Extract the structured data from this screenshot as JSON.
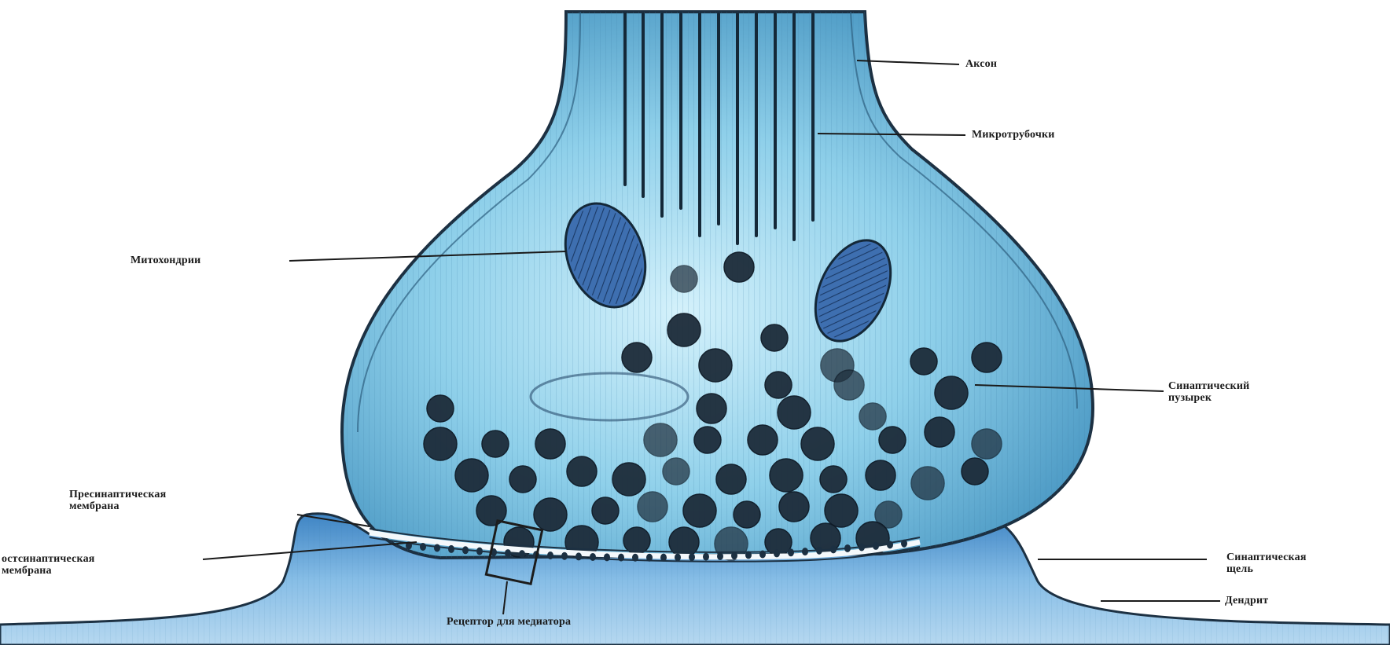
{
  "labels": {
    "axon": "Аксон",
    "microtubules": "Микротрубочки",
    "mitochondria": "Митохондрии",
    "synaptic_vesicle": [
      "Синаптический",
      "пузырек"
    ],
    "presynaptic_membrane": [
      "Пресинаптическая",
      "мембрана"
    ],
    "postsynaptic_membrane": [
      "остсинаптическая",
      "мембрана"
    ],
    "synaptic_cleft": [
      "Синаптическая",
      "щель"
    ],
    "dendrite": "Дендрит",
    "receptor": "Рецептор для медиатора"
  },
  "colors": {
    "membrane": "#4a90b8",
    "terminal_fill": "#8fd0ea",
    "terminal_light": "#c6ecf8",
    "vesicle": "#1d2c3a",
    "dendrite_fill": "#6fa9dc",
    "outline": "#1c3042"
  }
}
